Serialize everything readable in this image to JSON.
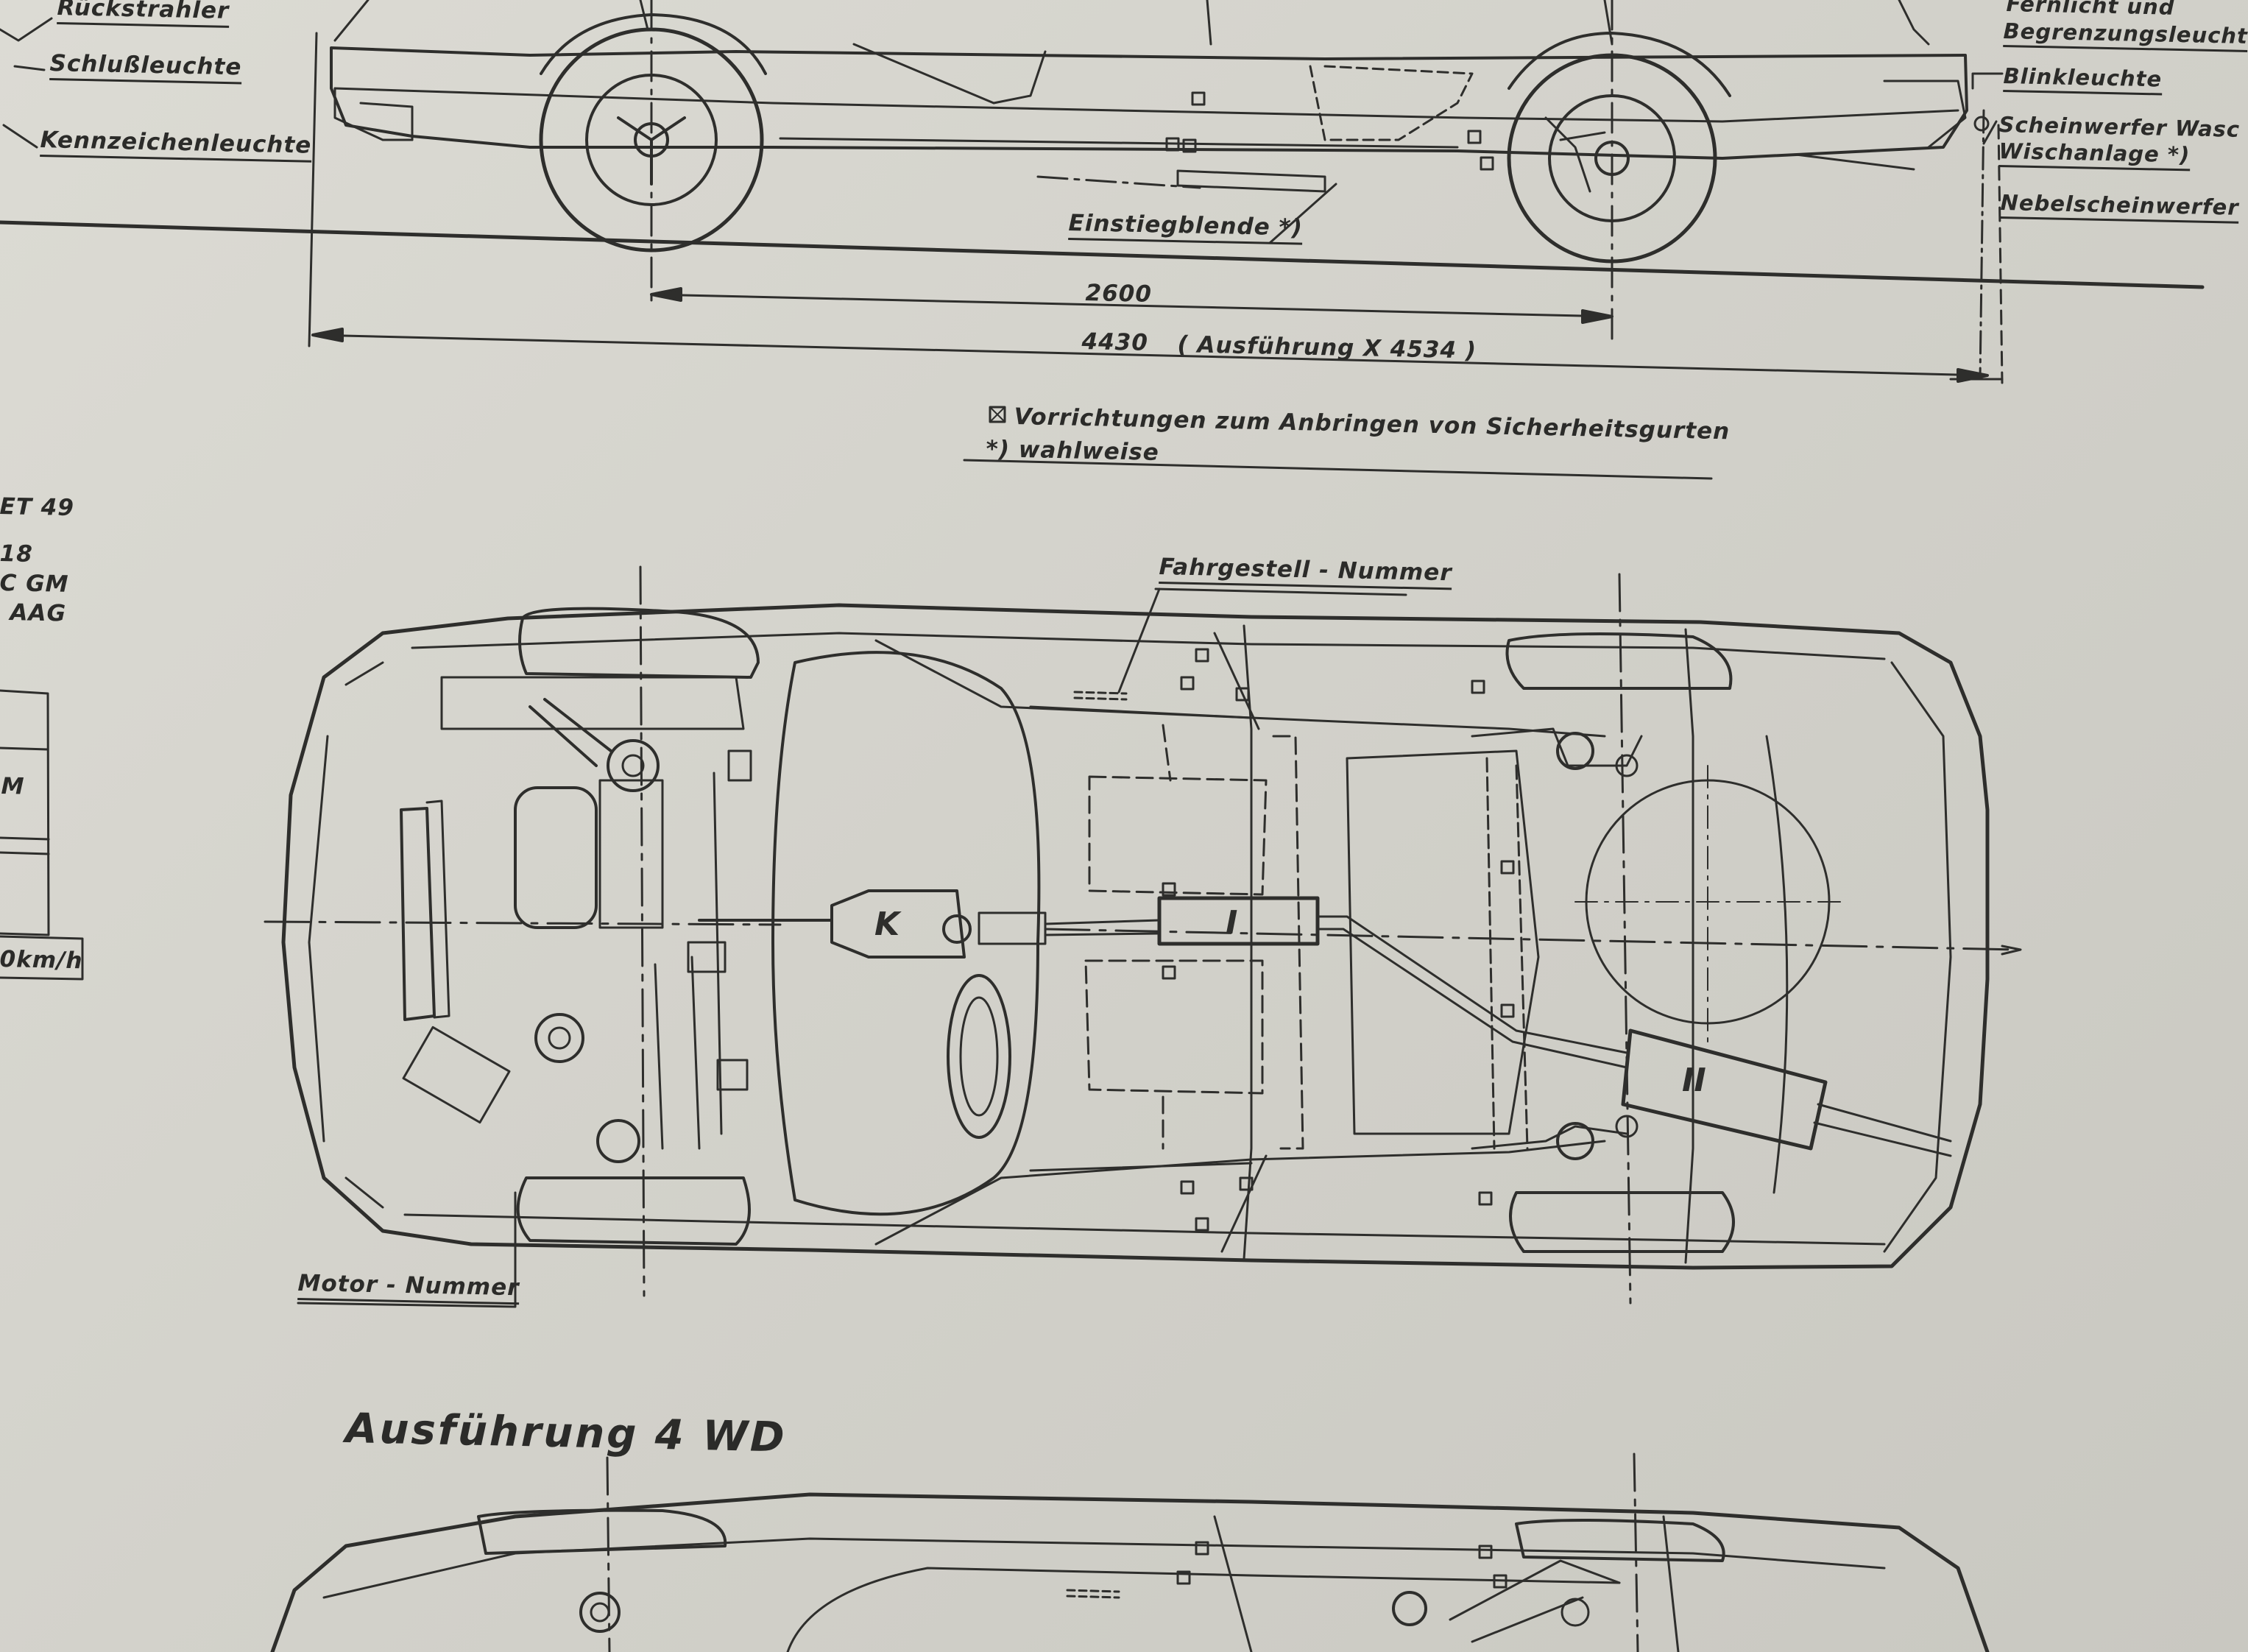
{
  "side_view": {
    "labels": {
      "rueckstrahler": "Rückstrahler",
      "schlussleuchte": "Schlußleuchte",
      "kennzeichenleuchte": "Kennzeichenleuchte",
      "einstiegblende": "Einstiegblende *)",
      "fernlicht_1": "Fernlicht  und",
      "fernlicht_2": "Begrenzungsleucht",
      "blinkleuchte": "Blinkleuchte",
      "scheinwerfer_1": "Scheinwerfer Wasc",
      "scheinwerfer_2": "Wischanlage *)",
      "nebelscheinwerfer": "Nebelscheinwerfer"
    },
    "dimensions": {
      "wheelbase": "2600",
      "length": "4430",
      "length_variant": "( Ausführung X 4534 )"
    }
  },
  "notes": {
    "seatbelt": "Vorrichtungen  zum  Anbringen  von  Sicherheitsgurten",
    "optional": "*) wahlweise"
  },
  "left_fragment": {
    "line1": "ET 49",
    "line2": "18",
    "line3": "C  GM",
    "line4": "AAG",
    "table_cell": "M",
    "speed": "0km/h"
  },
  "top_view": {
    "labels": {
      "fahrgestell": "Fahrgestell - Nummer",
      "motor": "Motor - Nummer"
    },
    "component_marks": {
      "catalyst": "K",
      "muffler_front": "I",
      "muffler_rear": "II"
    }
  },
  "variant_heading": "Ausführung 4 WD"
}
